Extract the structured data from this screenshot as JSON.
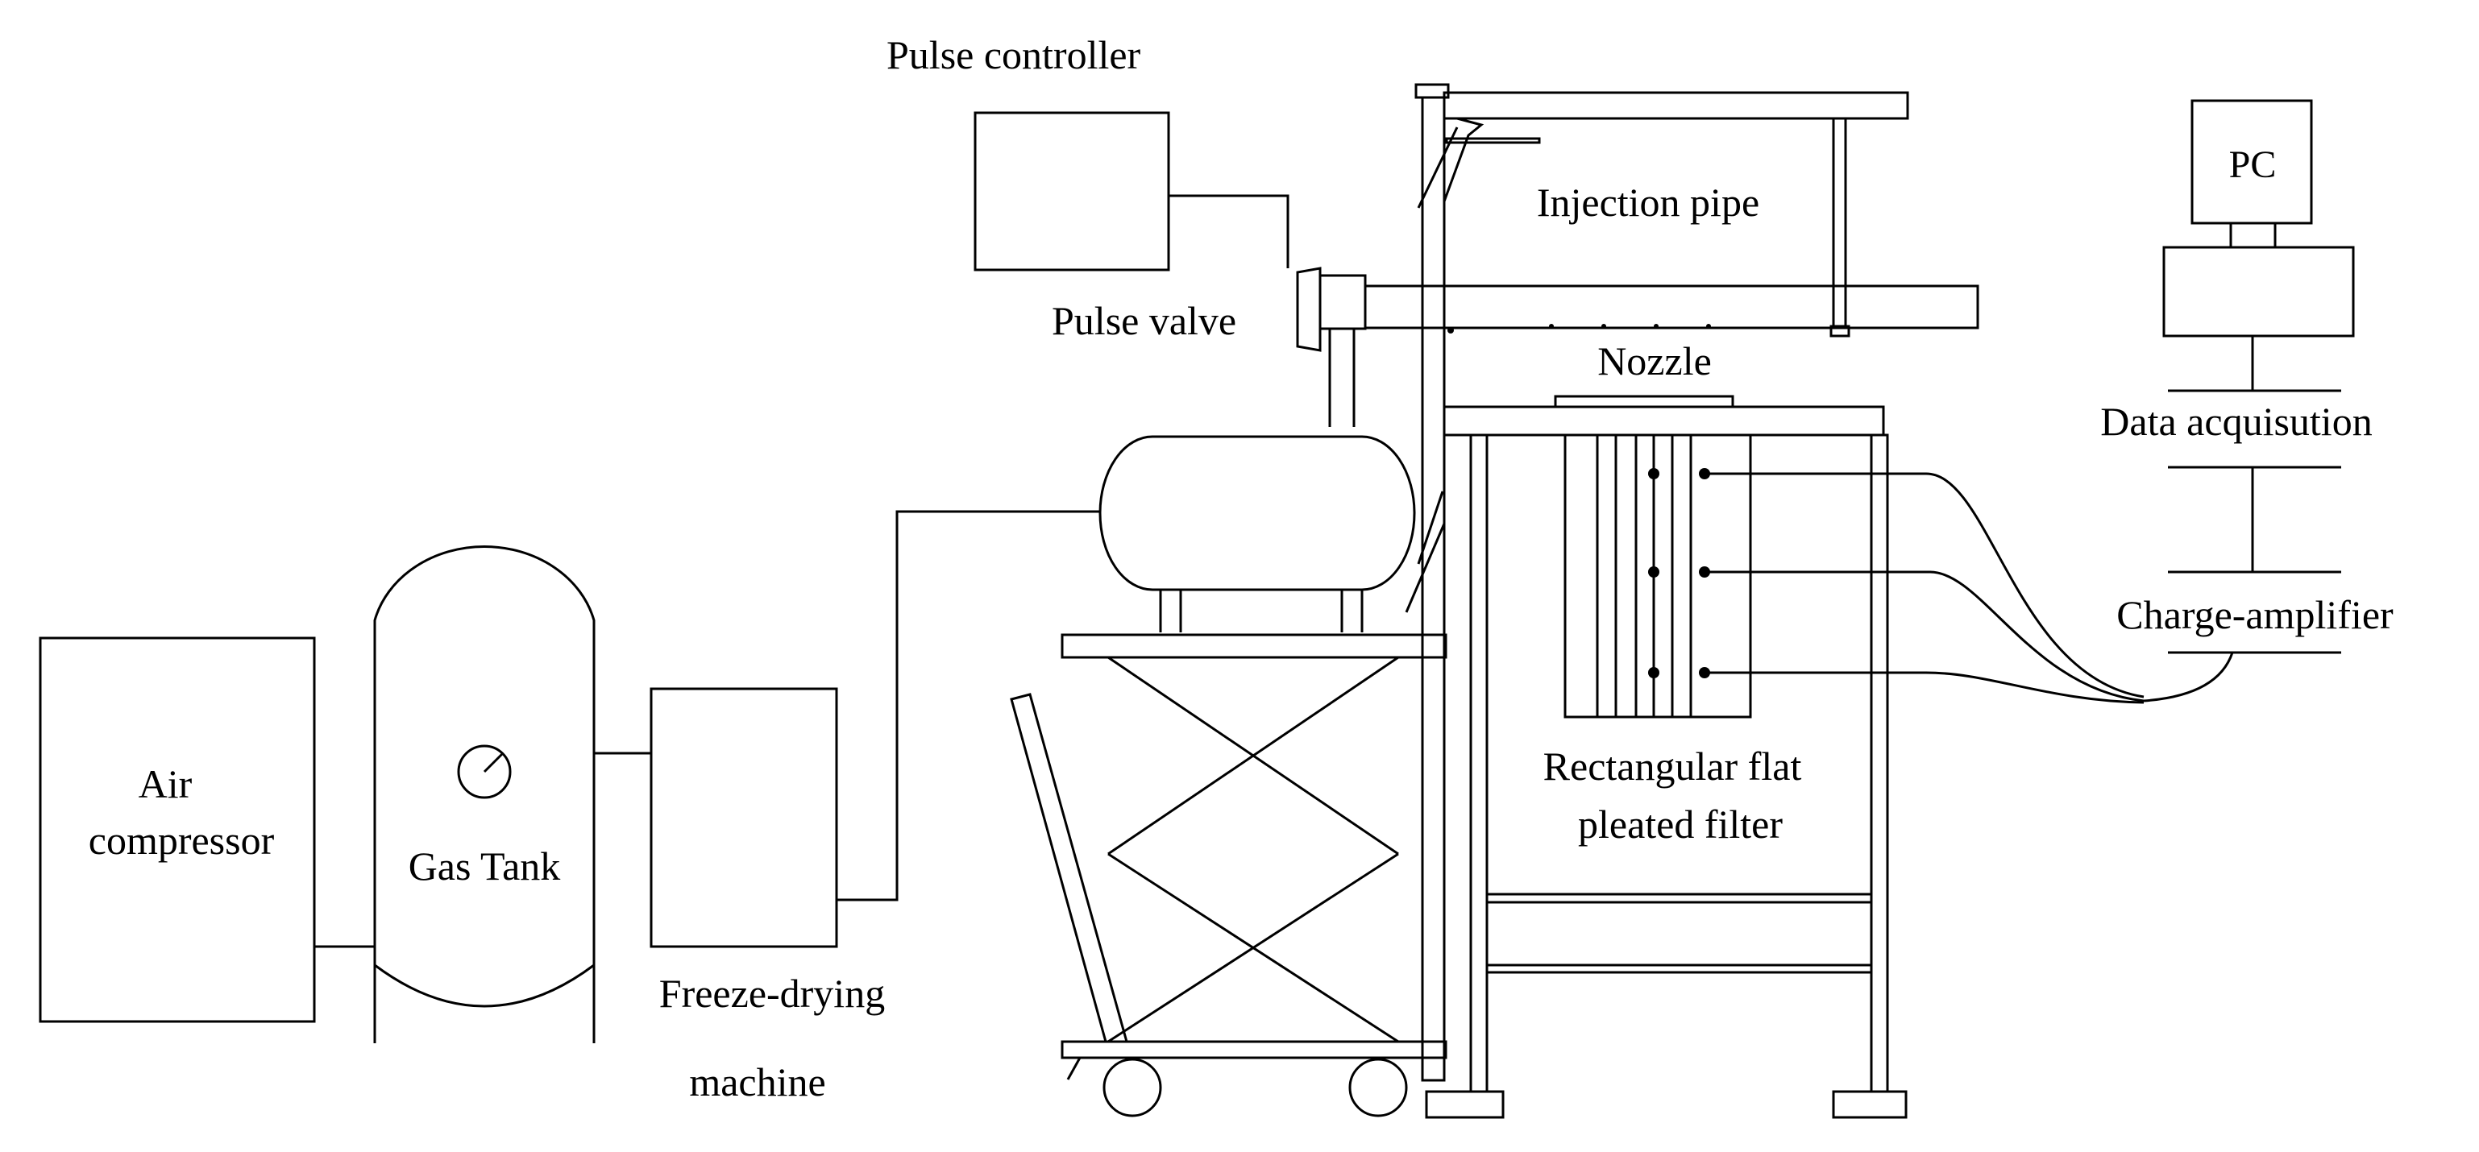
{
  "labels": {
    "air_compressor_line1": "Air",
    "air_compressor_line2": "compressor",
    "gas_tank": "Gas Tank",
    "freeze_drying_line1": "Freeze-drying",
    "freeze_drying_line2": "machine",
    "pulse_controller": "Pulse controller",
    "pulse_valve": "Pulse valve",
    "injection_pipe": "Injection pipe",
    "nozzle": "Nozzle",
    "filter_line1": "Rectangular flat",
    "filter_line2": "pleated filter",
    "pc": "PC",
    "data_acquisition": "Data acquisution",
    "charge_amplifier": "Charge-amplifier"
  }
}
